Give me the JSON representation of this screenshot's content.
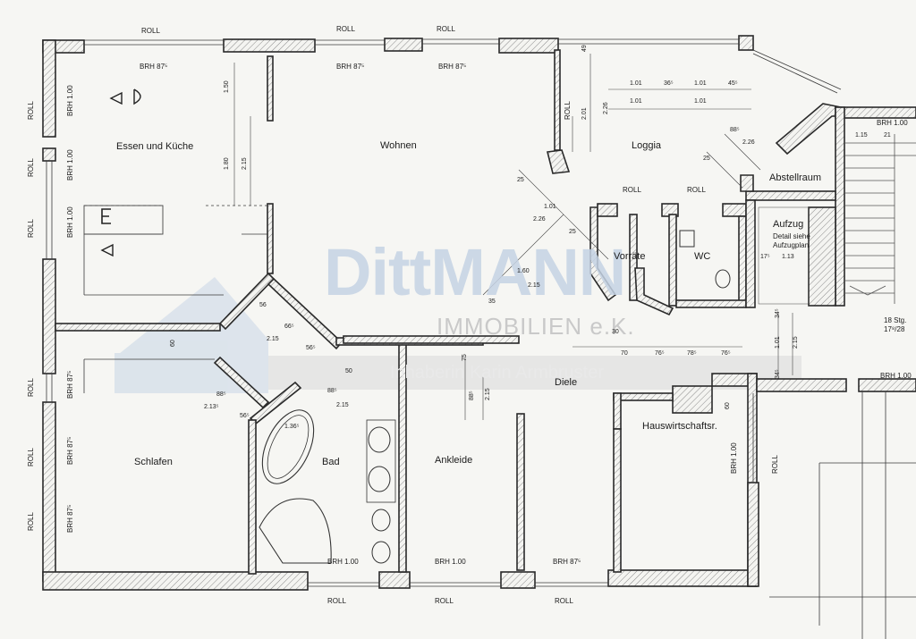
{
  "rooms": {
    "essen": "Essen und Küche",
    "wohnen": "Wohnen",
    "loggia": "Loggia",
    "abstellraum": "Abstellraum",
    "aufzug": "Aufzug",
    "aufzug_detail_1": "Detail siehe",
    "aufzug_detail_2": "Aufzugplan",
    "vorraete": "Vorräte",
    "wc": "WC",
    "diele": "Diele",
    "hauswirtschaft": "Hauswirtschaftsr.",
    "schlafen": "Schlafen",
    "bad": "Bad",
    "ankleide": "Ankleide"
  },
  "labels": {
    "roll": "ROLL",
    "brh_87": "BRH 87⁵",
    "brh_100": "BRH 1.00",
    "stairs_1": "18 Stg.",
    "stairs_2": "17⁸/28"
  },
  "dimensions": {
    "d_101": "1.01",
    "d_36": "36⁵",
    "d_45": "45⁵",
    "d_49": "49",
    "d_201": "2.01",
    "d_226": "2.26",
    "d_88": "88⁵",
    "d_25": "25",
    "d_150": "1.50",
    "d_180": "1.80",
    "d_215": "2.15",
    "d_115": "1.15",
    "d_21": "21",
    "d_113": "1.13",
    "d_17": "17⁵",
    "d_160": "1.60",
    "d_35": "35",
    "d_56": "56",
    "d_66": "66⁵",
    "d_60": "60",
    "d_50": "50",
    "d_56b": "56⁵",
    "d_213": "2.13⁵",
    "d_136": "1.36⁵",
    "d_30": "30",
    "d_70": "70",
    "d_76": "76⁵",
    "d_78": "78⁵",
    "d_75": "75",
    "d_34": "34⁵"
  },
  "watermark": {
    "brand": "DittMANN",
    "company": "IMMOBILIEN e.K.",
    "owner": "Inhaberin Karin Armbruster"
  },
  "colors": {
    "wall": "#2a2a2a",
    "hatch": "#9a9a9a",
    "paper": "#f6f6f3",
    "watermark_blue": "#b8cce0"
  }
}
